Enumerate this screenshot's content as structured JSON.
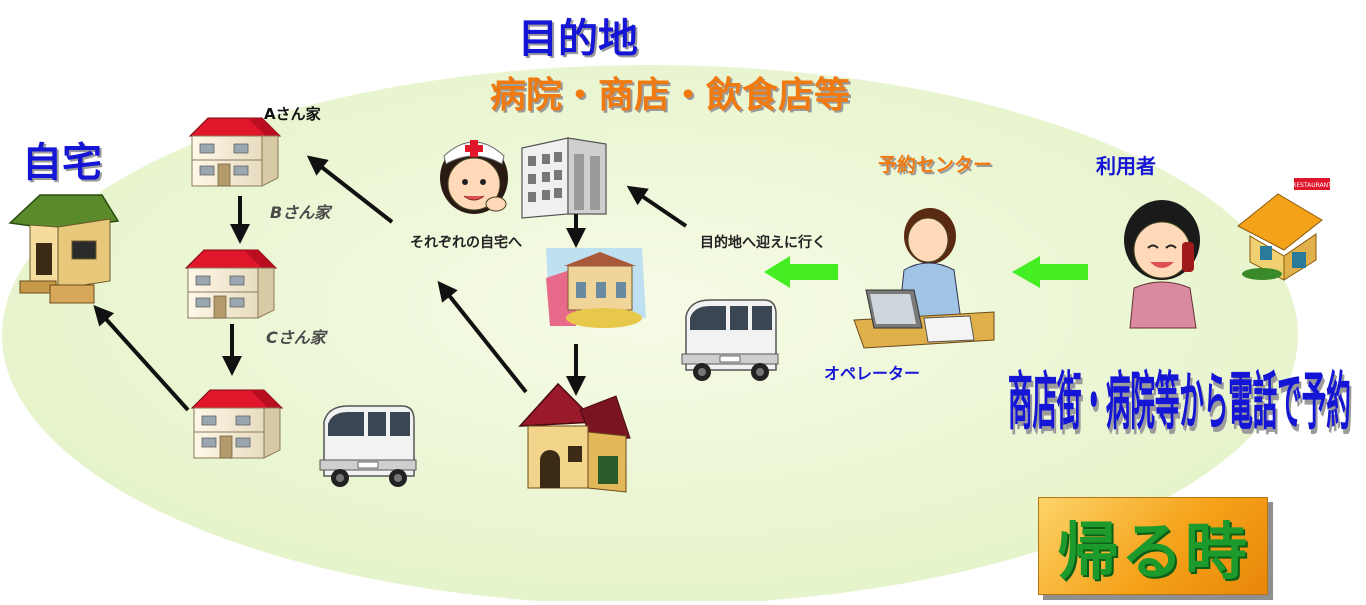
{
  "labels": {
    "home": "自宅",
    "destination_title": "目的地",
    "destination_places": "病院・商店・飲食店等",
    "house_a": "Aさん家",
    "house_b": "Bさん家",
    "house_c": "Cさん家",
    "each_home": "それぞれの自宅へ",
    "pickup": "目的地へ迎えに行く",
    "reservation_center": "予約センター",
    "user": "利用者",
    "operator": "オペレーター",
    "call_headline": "商店街・病院等から電話で予約",
    "restaurant_sign": "RESTAURANT"
  },
  "button": {
    "return_label": "帰る時"
  },
  "colors": {
    "ellipse": "#eef8d8",
    "title_blue": "#1515d6",
    "title_orange": "#f07a10",
    "arrow_black": "#111111",
    "arrow_green": "#44ee22",
    "roof_red": "#e0162a",
    "button_text": "#1c9a2b"
  },
  "icons": [
    "house-icon",
    "home-icon",
    "hospital-building-icon",
    "nurse-icon",
    "shop-icon",
    "restaurant-house-icon",
    "van-icon",
    "operator-icon",
    "caller-icon",
    "restaurant-icon"
  ]
}
